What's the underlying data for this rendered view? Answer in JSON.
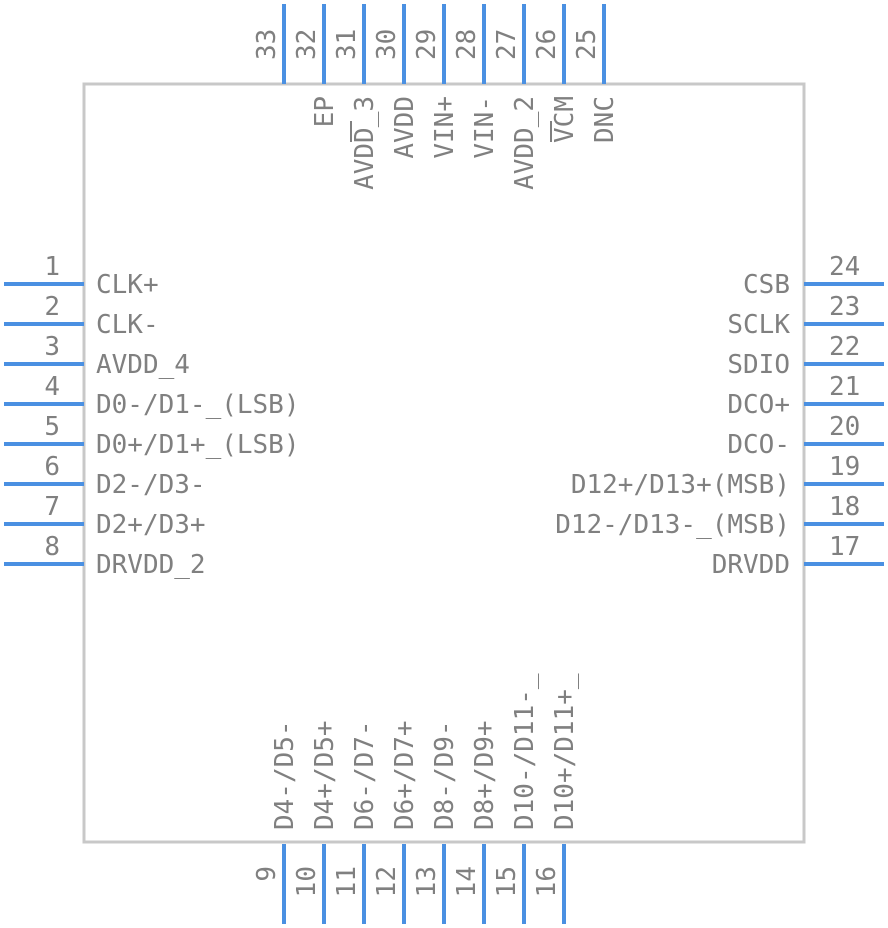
{
  "component": {
    "body_color": "#c8c8c8",
    "pin_color": "#4a90e2",
    "text_color": "#808080"
  },
  "pins": {
    "left": [
      {
        "number": "1",
        "name": "CLK+"
      },
      {
        "number": "2",
        "name": "CLK-"
      },
      {
        "number": "3",
        "name": "AVDD_4"
      },
      {
        "number": "4",
        "name": "D0-/D1-_(LSB)"
      },
      {
        "number": "5",
        "name": "D0+/D1+_(LSB)"
      },
      {
        "number": "6",
        "name": "D2-/D3-"
      },
      {
        "number": "7",
        "name": "D2+/D3+"
      },
      {
        "number": "8",
        "name": "DRVDD_2"
      }
    ],
    "bottom": [
      {
        "number": "9",
        "name": "D4-/D5-"
      },
      {
        "number": "10",
        "name": "D4+/D5+"
      },
      {
        "number": "11",
        "name": "D6-/D7-"
      },
      {
        "number": "12",
        "name": "D6+/D7+"
      },
      {
        "number": "13",
        "name": "D8-/D9-"
      },
      {
        "number": "14",
        "name": "D8+/D9+"
      },
      {
        "number": "15",
        "name": "D10-/D11-_"
      },
      {
        "number": "16",
        "name": "D10+/D11+_"
      }
    ],
    "right": [
      {
        "number": "17",
        "name": "DRVDD"
      },
      {
        "number": "18",
        "name": "D12-/D13-_(MSB)"
      },
      {
        "number": "19",
        "name": "D12+/D13+(MSB)"
      },
      {
        "number": "20",
        "name": "DCO-"
      },
      {
        "number": "21",
        "name": "DCO+"
      },
      {
        "number": "22",
        "name": "SDIO"
      },
      {
        "number": "23",
        "name": "SCLK"
      },
      {
        "number": "24",
        "name": "CSB"
      }
    ],
    "top": [
      {
        "number": "25",
        "name": "DNC"
      },
      {
        "number": "26",
        "name": "VCM"
      },
      {
        "number": "27",
        "name": "AVDD_2"
      },
      {
        "number": "28",
        "name": "VIN-"
      },
      {
        "number": "29",
        "name": "VIN+"
      },
      {
        "number": "30",
        "name": "AVDD"
      },
      {
        "number": "31",
        "name": "AVDD_3"
      },
      {
        "number": "32",
        "name": "EP"
      }
    ],
    "top_extra": [
      {
        "number": "33",
        "name": ""
      }
    ]
  }
}
